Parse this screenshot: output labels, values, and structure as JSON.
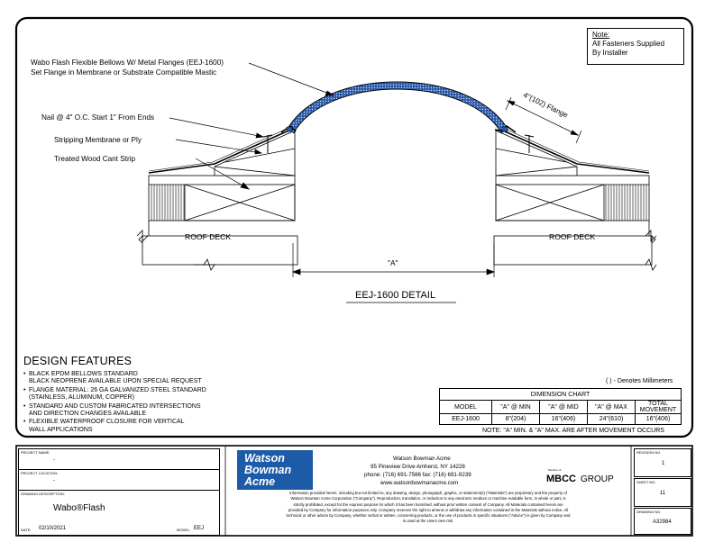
{
  "note": {
    "title": "Note:",
    "line1": "All Fasteners Supplied",
    "line2": "By Installer"
  },
  "callouts": {
    "bellows_line1": "Wabo Flash Flexible Bellows W/ Metal Flanges (EEJ-1600)",
    "bellows_line2": "Set Flange in Membrane or Substrate Compatible Mastic",
    "nail": "Nail @ 4\" O.C. Start 1\" From Ends",
    "stripping": "Stripping Membrane or Ply",
    "cant": "Treated Wood Cant Strip",
    "flange": "4\"(102) Flange",
    "roof_deck_left": "ROOF DECK",
    "roof_deck_right": "ROOF DECK",
    "dim_a": "\"A\"",
    "detail_title": "EEJ-1600 DETAIL"
  },
  "design_features": {
    "title": "DESIGN FEATURES",
    "items": [
      {
        "line1": "BLACK EPDM BELLOWS STANDARD",
        "line2": "BLACK NEOPRENE AVAILABLE UPON SPECIAL REQUEST"
      },
      {
        "line1": "FLANGE MATERIAL: 26 GA GALVANIZED STEEL STANDARD",
        "line2": "(STAINLESS, ALUMINUM, COPPER)"
      },
      {
        "line1": "STANDARD AND CUSTOM FABRICATED INTERSECTIONS",
        "line2": "AND DIRECTION CHANGES AVAILABLE"
      },
      {
        "line1": "FLEXIBLE WATERPROOF CLOSURE FOR VERTICAL",
        "line2": "WALL APPLICATIONS"
      }
    ]
  },
  "dimension_chart": {
    "denotes": "( ) - Denotes Millimeters",
    "title": "DIMENSION CHART",
    "headers": [
      "MODEL",
      "\"A\" @ MIN",
      "\"A\" @ MID",
      "\"A\" @ MAX",
      "TOTAL MOVEMENT"
    ],
    "row": [
      "EEJ-1600",
      "8\"(204)",
      "16\"(406)",
      "24\"(610)",
      "16\"(406)"
    ],
    "footnote": "NOTE: \"A\" MIN. & \"A\" MAX. ARE AFTER MOVEMENT OCCURS"
  },
  "title_block": {
    "project_name_label": "PROJECT NAME:",
    "project_name": "-",
    "project_location_label": "PROJECT LOCATION:",
    "project_location": "-",
    "drawing_description_label": "DRAWING DESCRIPTION:",
    "drawing_description": "Wabo®Flash",
    "date_label": "DATE:",
    "date": "02/10/2021",
    "model_label": "MODEL:",
    "model": "EEJ",
    "logo_line1": "Watson",
    "logo_line2": "Bowman",
    "logo_line3": "Acme",
    "company": "Watson Bowman Acme",
    "address": "95 Pineview Drive Amherst, NY 14228",
    "phone": "phone: (716) 691-7566  fax: (716) 691-9239",
    "website": "www.watsonbowmanacme.com",
    "group_brand_small": "Member of",
    "group_brand": "MBCC",
    "group_suffix": "GROUP",
    "disclaimer_lines": [
      "Information provided herein, including but not limited to, any drawing, design, photograph, graphic, or statement(s) (\"Materials\") are proprietary and the property of",
      "Watson Bowman Acme Corporation (\"Company\"). Reproduction, translation, or reduction to any electronic medium or machine readable form, in whole or part, is",
      "strictly prohibited, except for the express purpose for which it has been furnished, without prior written consent of Company. All Materials contained herein are",
      "provided by Company for information purposes only. Company reserves the right to amend or withdraw any information contained in the Materials without notice. All",
      "technical or other advice by Company, whether verbal or written, concerning products, or the use of products in specific situations (\"Advice\") is given by Company and",
      "is used at the Users own risk."
    ],
    "revision_label": "REVISION NO.",
    "revision": "1",
    "sheet_label": "SHEET NO.",
    "sheet": "11",
    "drawing_no_label": "DRAWING NO.",
    "drawing_no": "A32984"
  },
  "colors": {
    "bellows": "#2b5aa8",
    "logo_bg": "#1d5ba8",
    "line": "#000000"
  }
}
